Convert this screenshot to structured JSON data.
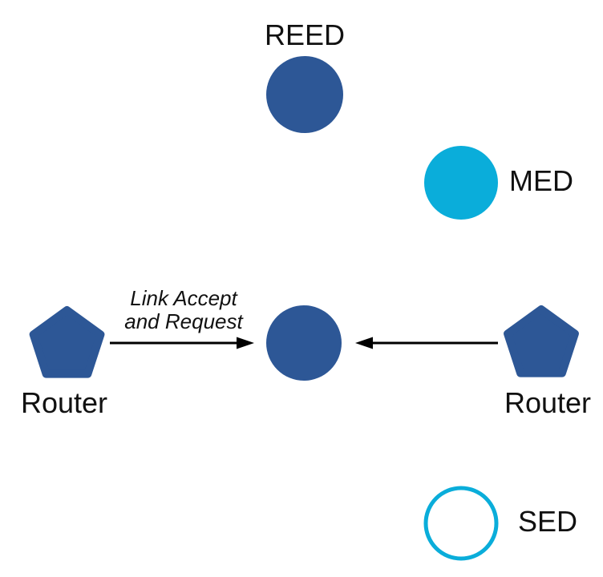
{
  "diagram": {
    "colors": {
      "primary_blue": "#2d5796",
      "cyan": "#0aadda",
      "arrow": "#000000",
      "text": "#111111",
      "background": "#ffffff"
    },
    "nodes": {
      "reed": {
        "label": "REED",
        "shape": "circle"
      },
      "med": {
        "label": "MED",
        "shape": "circle"
      },
      "parent": {
        "label": "",
        "shape": "circle"
      },
      "router_left": {
        "label": "Router",
        "shape": "pentagon"
      },
      "router_right": {
        "label": "Router",
        "shape": "pentagon"
      },
      "sed": {
        "label": "SED",
        "shape": "circle-outline"
      }
    },
    "edges": [
      {
        "from": "router_left",
        "to": "parent",
        "label_line1": "Link Accept",
        "label_line2": "and Request",
        "direction": "right"
      },
      {
        "from": "router_right",
        "to": "parent",
        "label_line1": "",
        "label_line2": "",
        "direction": "left"
      }
    ]
  }
}
